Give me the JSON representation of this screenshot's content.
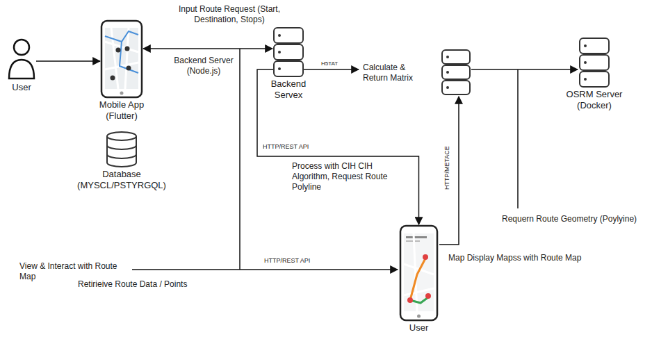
{
  "diagram": {
    "nodes": [
      {
        "text": [
          "User"
        ]
      },
      {
        "text": [
          "Mobile App (Flutter)"
        ]
      },
      {
        "text": [
          "Database (MYSCL/PSTYRGQL)"
        ]
      },
      {
        "text": [
          "Backend Servex"
        ]
      },
      {
        "text": [
          "OSRM Server (Docker)"
        ]
      },
      {
        "text": [
          "User"
        ]
      }
    ],
    "edges": [
      {
        "from": 0,
        "to": 1,
        "arrow": "to"
      },
      {
        "from": 1,
        "to": 3,
        "arrow": "both"
      },
      {
        "from": 3,
        "to": 5,
        "arrow": "to"
      }
    ],
    "labels": [
      "Input Route Request (Start, Destination, Stops)",
      "Backend Server (Node.js)",
      "H5TAT",
      "Calculate & Return Matrix",
      "HTTP/REST API",
      "Process with CIH CIH Algorithm, Request Route Polyline",
      "HTTP/METACE",
      "Requern Route Geometry (Poylyine)",
      "View & Interact with Route Map",
      "Retirieive Route Data / Points",
      "HTTP/REST API",
      "Map Display Mapss with Route Map"
    ]
  }
}
